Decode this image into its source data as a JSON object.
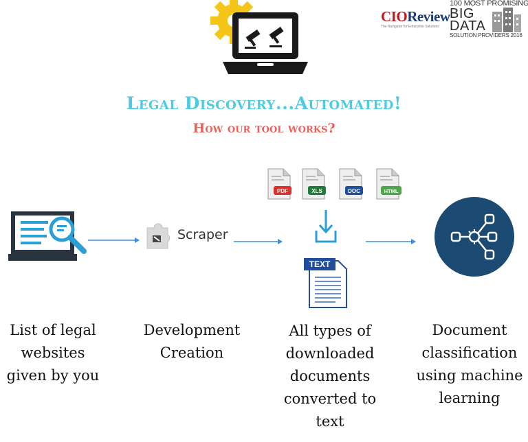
{
  "header": {
    "headline": "Legal Discovery...Automated!",
    "subheadline": "How our tool works?",
    "hero_icon": "laptop-gavel-gear-icon"
  },
  "logos": {
    "cio_review": {
      "brand_prefix": "CIO",
      "brand_suffix": "Review",
      "tagline": "The Navigator for Enterprise Solutions"
    },
    "big_data": {
      "top_line": "100 MOST PROMISING",
      "big": "BIG",
      "data": "DATA",
      "bottom_line": "SOLUTION PROVIDERS 2016"
    }
  },
  "flow": {
    "scraper_label": "Scraper",
    "file_types": [
      "PDF",
      "XLS",
      "DOC",
      "HTML"
    ],
    "text_badge": "TEXT",
    "icons": [
      "monitor-search-icon",
      "extension-puzzle-icon",
      "download-arrow-icon",
      "text-document-icon",
      "network-classification-icon"
    ],
    "stages": [
      {
        "label": "List of legal websites given by you"
      },
      {
        "label": "Development Creation"
      },
      {
        "label": "All types of downloaded documents converted to text"
      },
      {
        "label": "Document classification using machine learning"
      }
    ]
  },
  "colors": {
    "headline": "#4ecbe0",
    "subheadline": "#e8615a",
    "navy": "#1b4a73",
    "gear": "#f5c518",
    "arrow": "#3a8fd8",
    "pdf": "#d9342b",
    "xls": "#1f7a3c",
    "doc": "#1f4e9c",
    "html": "#4aa84a"
  }
}
